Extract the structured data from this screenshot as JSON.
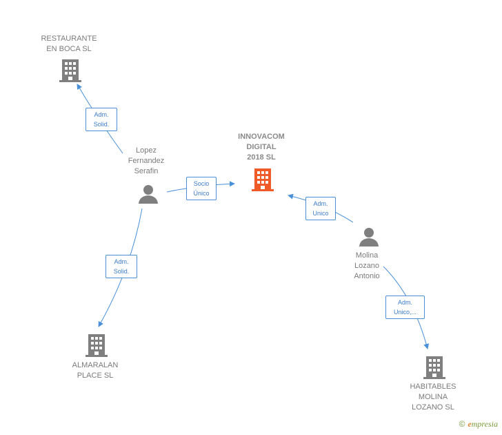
{
  "nodes": {
    "restaurante": {
      "label": "RESTAURANTE\nEN BOCA SL"
    },
    "innovacom": {
      "label": "INNOVACOM\nDIGITAL\n2018  SL"
    },
    "lopez": {
      "label": "Lopez\nFernandez\nSerafin"
    },
    "molina": {
      "label": "Molina\nLozano\nAntonio"
    },
    "almaralan": {
      "label": "ALMARALAN\nPLACE  SL"
    },
    "habitables": {
      "label": "HABITABLES\nMOLINA\nLOZANO  SL"
    }
  },
  "edges": {
    "lopez_restaurante": "Adm.\nSolid.",
    "lopez_innovacom": "Socio\nÚnico",
    "molina_innovacom": "Adm.\nUnico",
    "lopez_almaralan": "Adm.\nSolid.",
    "molina_habitables": "Adm.\nUnico,..."
  },
  "colors": {
    "edge": "#4a90d9",
    "company_icon": "#7f7f7f",
    "focus_icon": "#f05a28",
    "person_icon": "#7f7f7f"
  },
  "brand": {
    "copyright": "©",
    "name": "mpresia",
    "initial": "e"
  }
}
